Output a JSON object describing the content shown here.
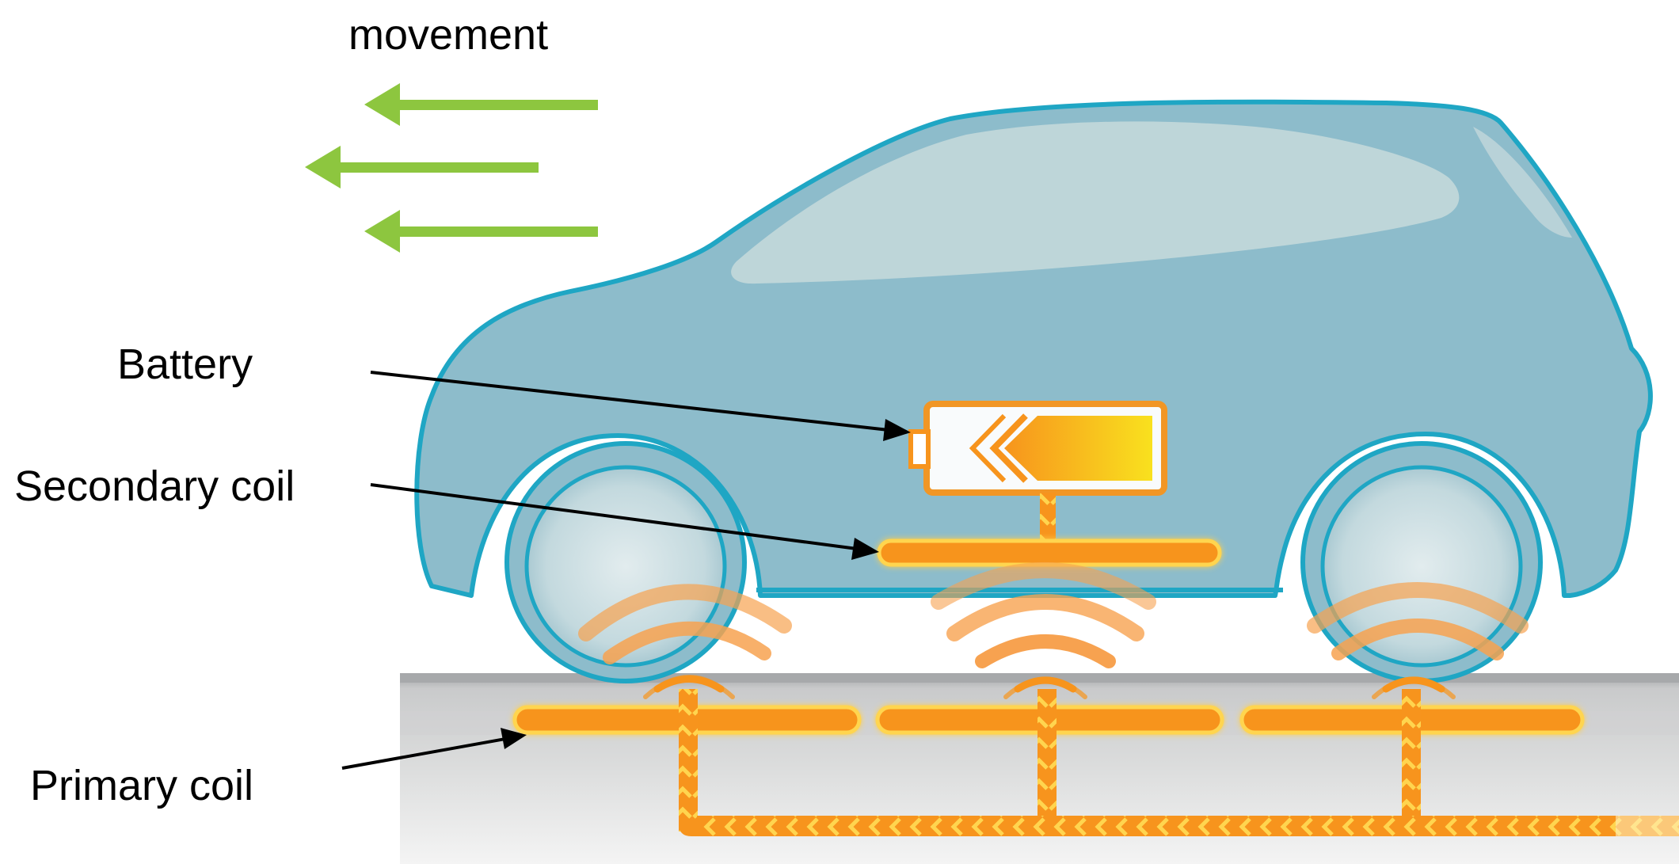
{
  "labels": {
    "movement": "movement",
    "battery": "Battery",
    "secondary_coil": "Secondary coil",
    "primary_coil": "Primary coil"
  },
  "colors": {
    "car_body": "#8dbccb",
    "car_outline": "#1fa6c4",
    "window": "#c7dadc",
    "wheel": "#c8dde2",
    "movement_arrow": "#8dc63f",
    "coil_fill": "#f7941d",
    "coil_glow": "#ffd54f",
    "battery_outline": "#f7941d",
    "battery_fill_start": "#f7941d",
    "battery_fill_end": "#f9e11e",
    "road": "#cfd0d1",
    "pointer_arrow": "#000000"
  },
  "icons": [
    "car-body",
    "battery-icon",
    "coil",
    "wireless-wave",
    "movement-arrow"
  ]
}
